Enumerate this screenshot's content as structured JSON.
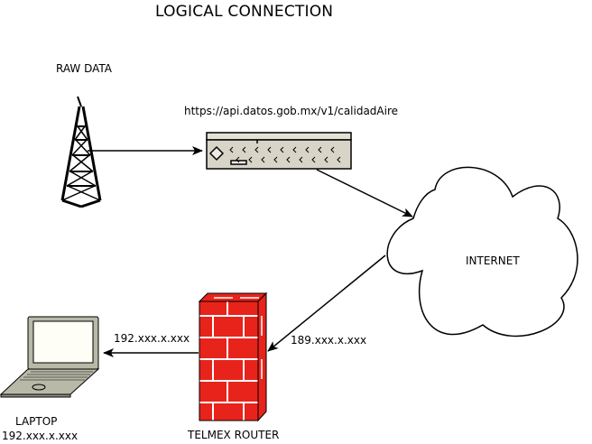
{
  "title": "LOGICAL CONNECTION",
  "nodes": {
    "raw_data": {
      "label": "RAW DATA"
    },
    "api_server": {
      "label": "https://api.datos.gob.mx/v1/calidadAire"
    },
    "internet": {
      "label": "INTERNET"
    },
    "router": {
      "label": "TELMEX ROUTER"
    },
    "laptop": {
      "label": "LAPTOP",
      "ip": "192.xxx.x.xxx"
    }
  },
  "edges": {
    "internet_to_router_ip": "189.xxx.x.xxx",
    "router_to_laptop_ip": "192.xxx.x.xxx"
  },
  "colors": {
    "firewall_red": "#e8231b",
    "server_fill": "#d8d5c8",
    "laptop_body": "#b9b9a8",
    "laptop_screen": "#fefef6"
  }
}
